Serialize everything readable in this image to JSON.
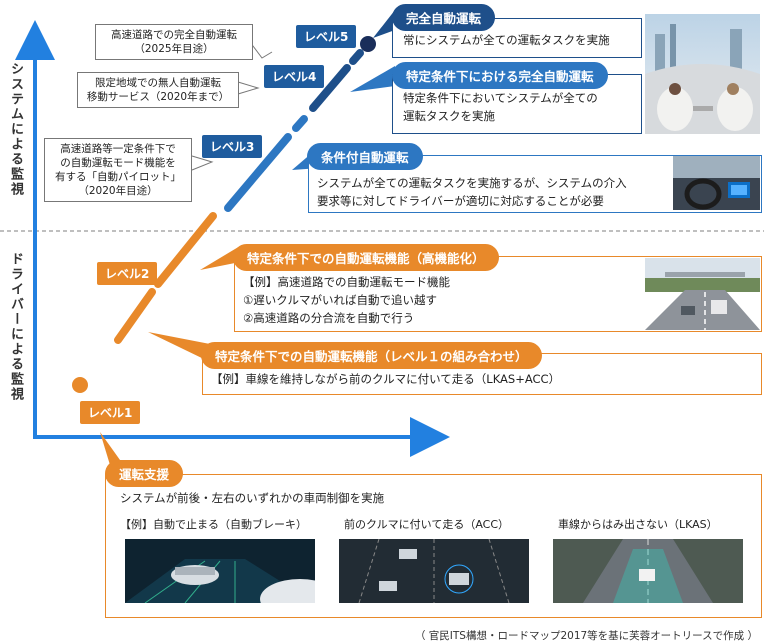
{
  "axis": {
    "upper_label": "システムによる監視",
    "lower_label": "ドライバーによる監視"
  },
  "levels": {
    "level1": "レベル1",
    "level2": "レベル2",
    "level3": "レベル3",
    "level4": "レベル4",
    "level5": "レベル5"
  },
  "callouts": {
    "c5_line1": "高速道路での完全自動運転",
    "c5_line2": "（2025年目途）",
    "c4_line1": "限定地域での無人自動運転",
    "c4_line2": "移動サービス（2020年まで）",
    "c3_line1": "高速道路等一定条件下で",
    "c3_line2": "の自動運転モード機能を",
    "c3_line3": "有する「自動パイロット」",
    "c3_line4": "（2020年目途）"
  },
  "boxes": {
    "full_auto_title": "完全自動運転",
    "full_auto_text": "常にシステムが全ての運転タスクを実施",
    "specific_full_title": "特定条件下における完全自動運転",
    "specific_full_text1": "特定条件下においてシステムが全ての",
    "specific_full_text2": "運転タスクを実施",
    "conditional_title": "条件付自動運転",
    "conditional_text1": "システムが全ての運転タスクを実施するが、システムの介入",
    "conditional_text2": "要求等に対してドライバーが適切に対応することが必要",
    "advanced_title": "特定条件下での自動運転機能（高機能化）",
    "advanced_text1": "【例】高速道路での自動運転モード機能",
    "advanced_text2": "①遅いクルマがいれば自動で追い越す",
    "advanced_text3": "②高速道路の分合流を自動で行う",
    "combined_title": "特定条件下での自動運転機能（レベル１の組み合わせ）",
    "combined_text": "【例】車線を維持しながら前のクルマに付いて走る（LKAS+ACC）",
    "assist_title": "運転支援",
    "assist_text": "システムが前後・左右のいずれかの車両制御を実施",
    "photo1_caption": "【例】自動で止まる（自動ブレーキ）",
    "photo2_caption": "前のクルマに付いて走る（ACC）",
    "photo3_caption": "車線からはみ出さない（LKAS）"
  },
  "source": "（ 官民ITS構想・ロードマップ2017等を基に芙蓉オートリースで作成 ）",
  "colors": {
    "navy": "#1e4f8a",
    "blue": "#2d77c2",
    "axis_blue": "#2280e0",
    "orange": "#e8892a"
  }
}
